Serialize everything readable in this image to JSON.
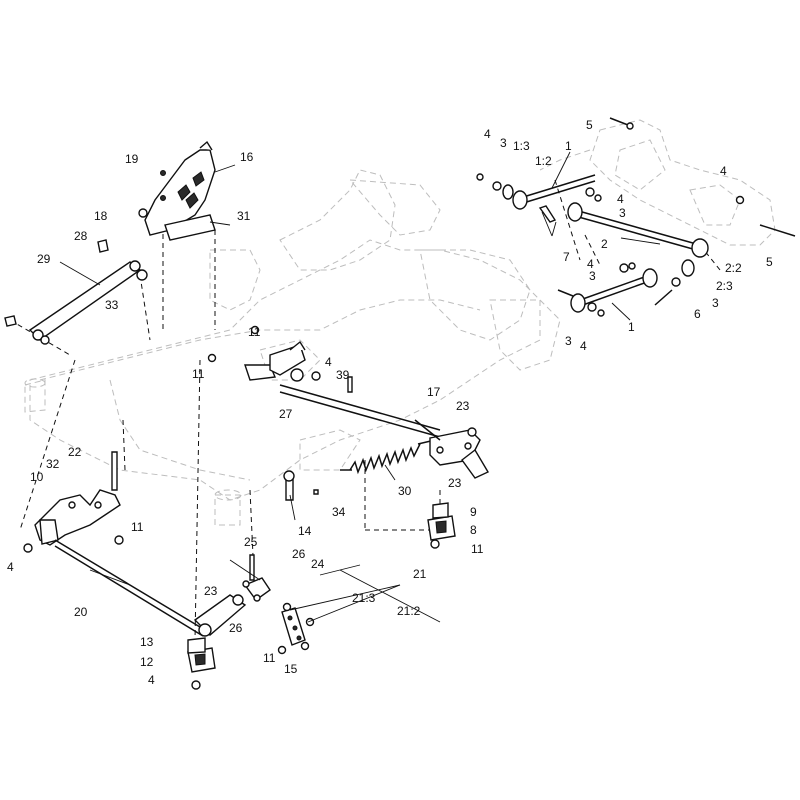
{
  "callouts": [
    {
      "id": "c-1a",
      "text": "1"
    },
    {
      "id": "c-1b",
      "text": "1"
    },
    {
      "id": "c-1-3",
      "text": "1:3"
    },
    {
      "id": "c-1-2",
      "text": "1:2"
    },
    {
      "id": "c-2",
      "text": "2"
    },
    {
      "id": "c-2-2",
      "text": "2:2"
    },
    {
      "id": "c-2-3",
      "text": "2:3"
    },
    {
      "id": "c-3a",
      "text": "3"
    },
    {
      "id": "c-3b",
      "text": "3"
    },
    {
      "id": "c-3c",
      "text": "3"
    },
    {
      "id": "c-3d",
      "text": "3"
    },
    {
      "id": "c-3e",
      "text": "3"
    },
    {
      "id": "c-4a",
      "text": "4"
    },
    {
      "id": "c-4b",
      "text": "4"
    },
    {
      "id": "c-4c",
      "text": "4"
    },
    {
      "id": "c-4d",
      "text": "4"
    },
    {
      "id": "c-4e",
      "text": "4"
    },
    {
      "id": "c-4f",
      "text": "4"
    },
    {
      "id": "c-4g",
      "text": "4"
    },
    {
      "id": "c-4h",
      "text": "4"
    },
    {
      "id": "c-5a",
      "text": "5"
    },
    {
      "id": "c-5b",
      "text": "5"
    },
    {
      "id": "c-6",
      "text": "6"
    },
    {
      "id": "c-7",
      "text": "7"
    },
    {
      "id": "c-9",
      "text": "9"
    },
    {
      "id": "c-8",
      "text": "8"
    },
    {
      "id": "c-10",
      "text": "10"
    },
    {
      "id": "c-11a",
      "text": "11"
    },
    {
      "id": "c-11b",
      "text": "11"
    },
    {
      "id": "c-11c",
      "text": "11"
    },
    {
      "id": "c-11d",
      "text": "11"
    },
    {
      "id": "c-11e",
      "text": "11"
    },
    {
      "id": "c-12",
      "text": "12"
    },
    {
      "id": "c-13",
      "text": "13"
    },
    {
      "id": "c-14",
      "text": "14"
    },
    {
      "id": "c-15",
      "text": "15"
    },
    {
      "id": "c-16",
      "text": "16"
    },
    {
      "id": "c-17",
      "text": "17"
    },
    {
      "id": "c-18",
      "text": "18"
    },
    {
      "id": "c-19",
      "text": "19"
    },
    {
      "id": "c-20",
      "text": "20"
    },
    {
      "id": "c-21",
      "text": "21"
    },
    {
      "id": "c-21-3",
      "text": "21:3"
    },
    {
      "id": "c-21-2",
      "text": "21:2"
    },
    {
      "id": "c-22",
      "text": "22"
    },
    {
      "id": "c-23a",
      "text": "23"
    },
    {
      "id": "c-23b",
      "text": "23"
    },
    {
      "id": "c-23c",
      "text": "23"
    },
    {
      "id": "c-24",
      "text": "24"
    },
    {
      "id": "c-25",
      "text": "25"
    },
    {
      "id": "c-26a",
      "text": "26"
    },
    {
      "id": "c-26b",
      "text": "26"
    },
    {
      "id": "c-27",
      "text": "27"
    },
    {
      "id": "c-28",
      "text": "28"
    },
    {
      "id": "c-29",
      "text": "29"
    },
    {
      "id": "c-30",
      "text": "30"
    },
    {
      "id": "c-31",
      "text": "31"
    },
    {
      "id": "c-32",
      "text": "32"
    },
    {
      "id": "c-33",
      "text": "33"
    },
    {
      "id": "c-34",
      "text": "34"
    },
    {
      "id": "c-39",
      "text": "39"
    }
  ]
}
